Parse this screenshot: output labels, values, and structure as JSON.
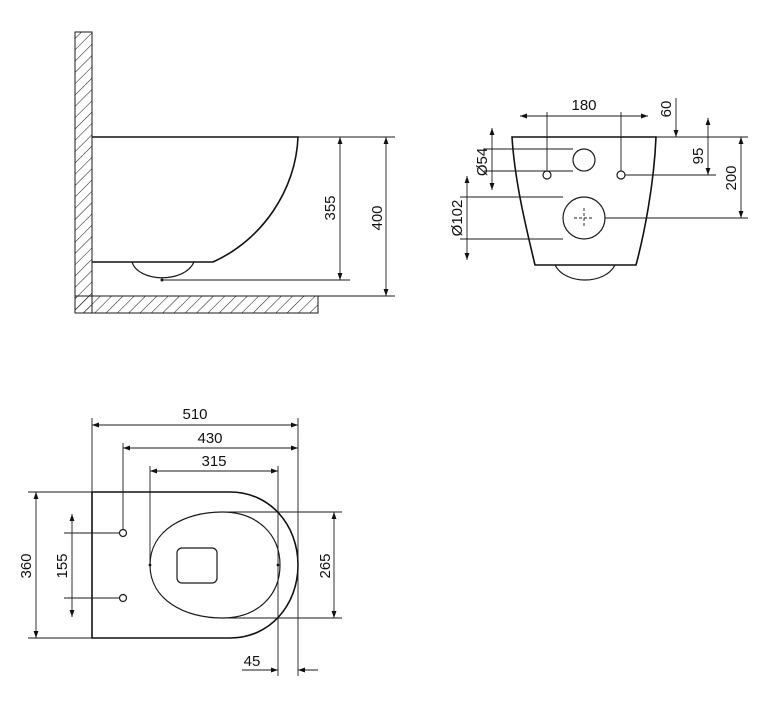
{
  "dimensions": {
    "side_view": {
      "height_355": "355",
      "height_400": "400"
    },
    "front_view": {
      "width_180": "180",
      "offset_60": "60",
      "diameter_54": "Ø54",
      "height_95": "95",
      "height_200": "200",
      "diameter_102": "Ø102"
    },
    "top_view": {
      "length_510": "510",
      "length_430": "430",
      "length_315": "315",
      "width_360": "360",
      "spacing_155": "155",
      "seat_265": "265",
      "offset_45": "45"
    }
  }
}
